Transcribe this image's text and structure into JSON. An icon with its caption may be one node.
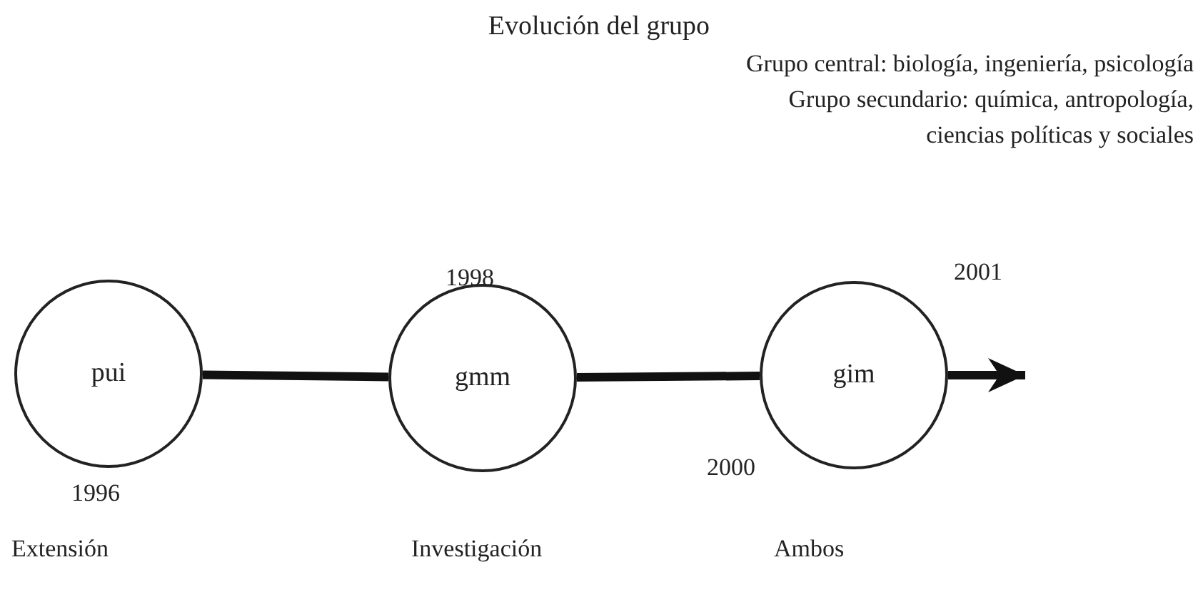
{
  "diagram": {
    "title": "Evolución del grupo",
    "nodes": [
      {
        "text": [
          "pui"
        ]
      },
      {
        "text": [
          "gmm"
        ]
      },
      {
        "text": [
          "gim"
        ]
      }
    ],
    "edges": [
      {
        "from": 0,
        "to": 1,
        "arrow": "none"
      },
      {
        "from": 1,
        "to": 2,
        "arrow": "none"
      },
      {
        "from": 2,
        "to": null,
        "arrow": "to"
      }
    ],
    "labels": [
      "Grupo central: biología, ingeniería, psicología",
      "Grupo secundario: química, antropología, ciencias políticas y sociales",
      "1998",
      "2001",
      "1996",
      "2000",
      "Extensión",
      "Investigación",
      "Ambos"
    ]
  }
}
